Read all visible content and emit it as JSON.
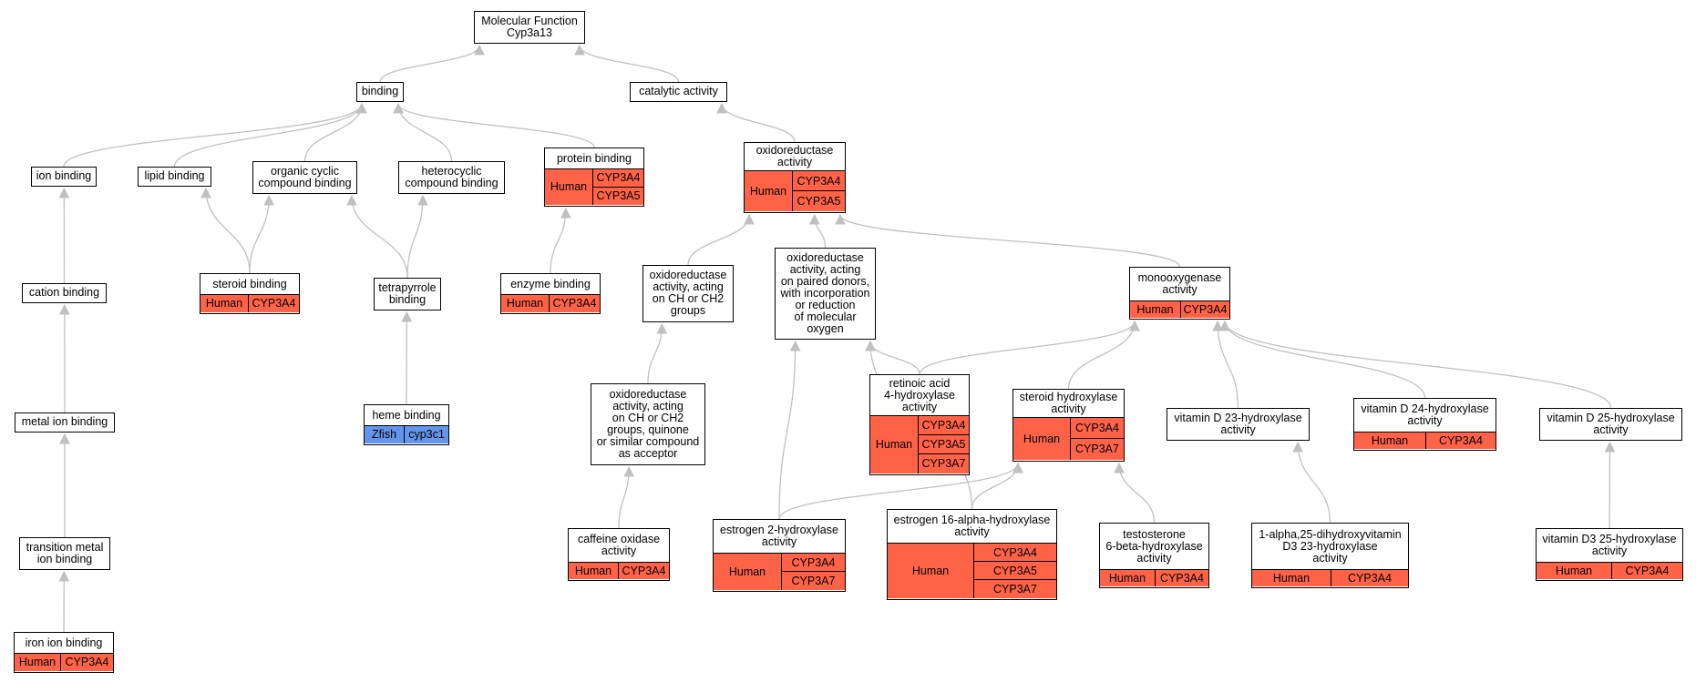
{
  "diagram": {
    "edge_color": "#c0c0c0",
    "species_colors": {
      "Human": "#ff6347",
      "Zfish": "#6495ed"
    },
    "nodes": [
      {
        "id": "root",
        "lines": [
          "Molecular Function",
          "Cyp3a13"
        ]
      },
      {
        "id": "binding",
        "lines": [
          "binding"
        ]
      },
      {
        "id": "catalytic",
        "lines": [
          "catalytic activity"
        ]
      },
      {
        "id": "ion",
        "lines": [
          "ion binding"
        ]
      },
      {
        "id": "lipid",
        "lines": [
          "lipid binding"
        ]
      },
      {
        "id": "orgcyc",
        "lines": [
          "organic cyclic",
          "compound binding"
        ]
      },
      {
        "id": "hetcyc",
        "lines": [
          "heterocyclic",
          "compound binding"
        ]
      },
      {
        "id": "protein",
        "lines": [
          "protein binding"
        ],
        "annotation": {
          "species": "Human",
          "genes": [
            "CYP3A4",
            "CYP3A5"
          ]
        }
      },
      {
        "id": "oxred",
        "lines": [
          "oxidoreductase",
          "activity"
        ],
        "annotation": {
          "species": "Human",
          "genes": [
            "CYP3A4",
            "CYP3A5"
          ]
        }
      },
      {
        "id": "cation",
        "lines": [
          "cation binding"
        ]
      },
      {
        "id": "steroid",
        "lines": [
          "steroid binding"
        ],
        "annotation": {
          "species": "Human",
          "genes": [
            "CYP3A4"
          ]
        }
      },
      {
        "id": "tetrapyr",
        "lines": [
          "tetrapyrrole",
          "binding"
        ]
      },
      {
        "id": "enzyme",
        "lines": [
          "enzyme binding"
        ],
        "annotation": {
          "species": "Human",
          "genes": [
            "CYP3A4"
          ]
        }
      },
      {
        "id": "oxch",
        "lines": [
          "oxidoreductase",
          "activity, acting",
          "on CH or CH2",
          "groups"
        ]
      },
      {
        "id": "oxpaired",
        "lines": [
          "oxidoreductase",
          "activity, acting",
          "on paired donors,",
          "with incorporation",
          "or reduction",
          "of molecular",
          "oxygen"
        ]
      },
      {
        "id": "monoox",
        "lines": [
          "monooxygenase",
          "activity"
        ],
        "annotation": {
          "species": "Human",
          "genes": [
            "CYP3A4"
          ]
        }
      },
      {
        "id": "metal",
        "lines": [
          "metal ion binding"
        ]
      },
      {
        "id": "heme",
        "lines": [
          "heme binding"
        ],
        "annotation": {
          "species": "Zfish",
          "genes": [
            "cyp3c1"
          ]
        }
      },
      {
        "id": "oxquinone",
        "lines": [
          "oxidoreductase",
          "activity, acting",
          "on CH or CH2",
          "groups, quinone",
          "or similar compound",
          "as acceptor"
        ]
      },
      {
        "id": "retinoic",
        "lines": [
          "retinoic acid",
          "4-hydroxylase",
          "activity"
        ],
        "annotation": {
          "species": "Human",
          "genes": [
            "CYP3A4",
            "CYP3A5",
            "CYP3A7"
          ]
        }
      },
      {
        "id": "sterhyd",
        "lines": [
          "steroid hydroxylase",
          "activity"
        ],
        "annotation": {
          "species": "Human",
          "genes": [
            "CYP3A4",
            "CYP3A7"
          ]
        }
      },
      {
        "id": "vitd23",
        "lines": [
          "vitamin D 23-hydroxylase",
          "activity"
        ]
      },
      {
        "id": "vitd24",
        "lines": [
          "vitamin D 24-hydroxylase",
          "activity"
        ],
        "annotation": {
          "species": "Human",
          "genes": [
            "CYP3A4"
          ]
        }
      },
      {
        "id": "vitd25",
        "lines": [
          "vitamin D 25-hydroxylase",
          "activity"
        ]
      },
      {
        "id": "transmetal",
        "lines": [
          "transition metal",
          "ion binding"
        ]
      },
      {
        "id": "caffeine",
        "lines": [
          "caffeine oxidase",
          "activity"
        ],
        "annotation": {
          "species": "Human",
          "genes": [
            "CYP3A4"
          ]
        }
      },
      {
        "id": "estro2",
        "lines": [
          "estrogen 2-hydroxylase",
          "activity"
        ],
        "annotation": {
          "species": "Human",
          "genes": [
            "CYP3A4",
            "CYP3A7"
          ]
        }
      },
      {
        "id": "estro16",
        "lines": [
          "estrogen 16-alpha-hydroxylase",
          "activity"
        ],
        "annotation": {
          "species": "Human",
          "genes": [
            "CYP3A4",
            "CYP3A5",
            "CYP3A7"
          ]
        }
      },
      {
        "id": "testo",
        "lines": [
          "testosterone",
          "6-beta-hydroxylase",
          "activity"
        ],
        "annotation": {
          "species": "Human",
          "genes": [
            "CYP3A4"
          ]
        }
      },
      {
        "id": "dihydroxy",
        "lines": [
          "1-alpha,25-dihydroxyvitamin",
          "D3 23-hydroxylase",
          "activity"
        ],
        "annotation": {
          "species": "Human",
          "genes": [
            "CYP3A4"
          ]
        }
      },
      {
        "id": "vitd3_25",
        "lines": [
          "vitamin D3 25-hydroxylase",
          "activity"
        ],
        "annotation": {
          "species": "Human",
          "genes": [
            "CYP3A4"
          ]
        }
      },
      {
        "id": "iron",
        "lines": [
          "iron ion binding"
        ],
        "annotation": {
          "species": "Human",
          "genes": [
            "CYP3A4"
          ]
        }
      }
    ]
  }
}
